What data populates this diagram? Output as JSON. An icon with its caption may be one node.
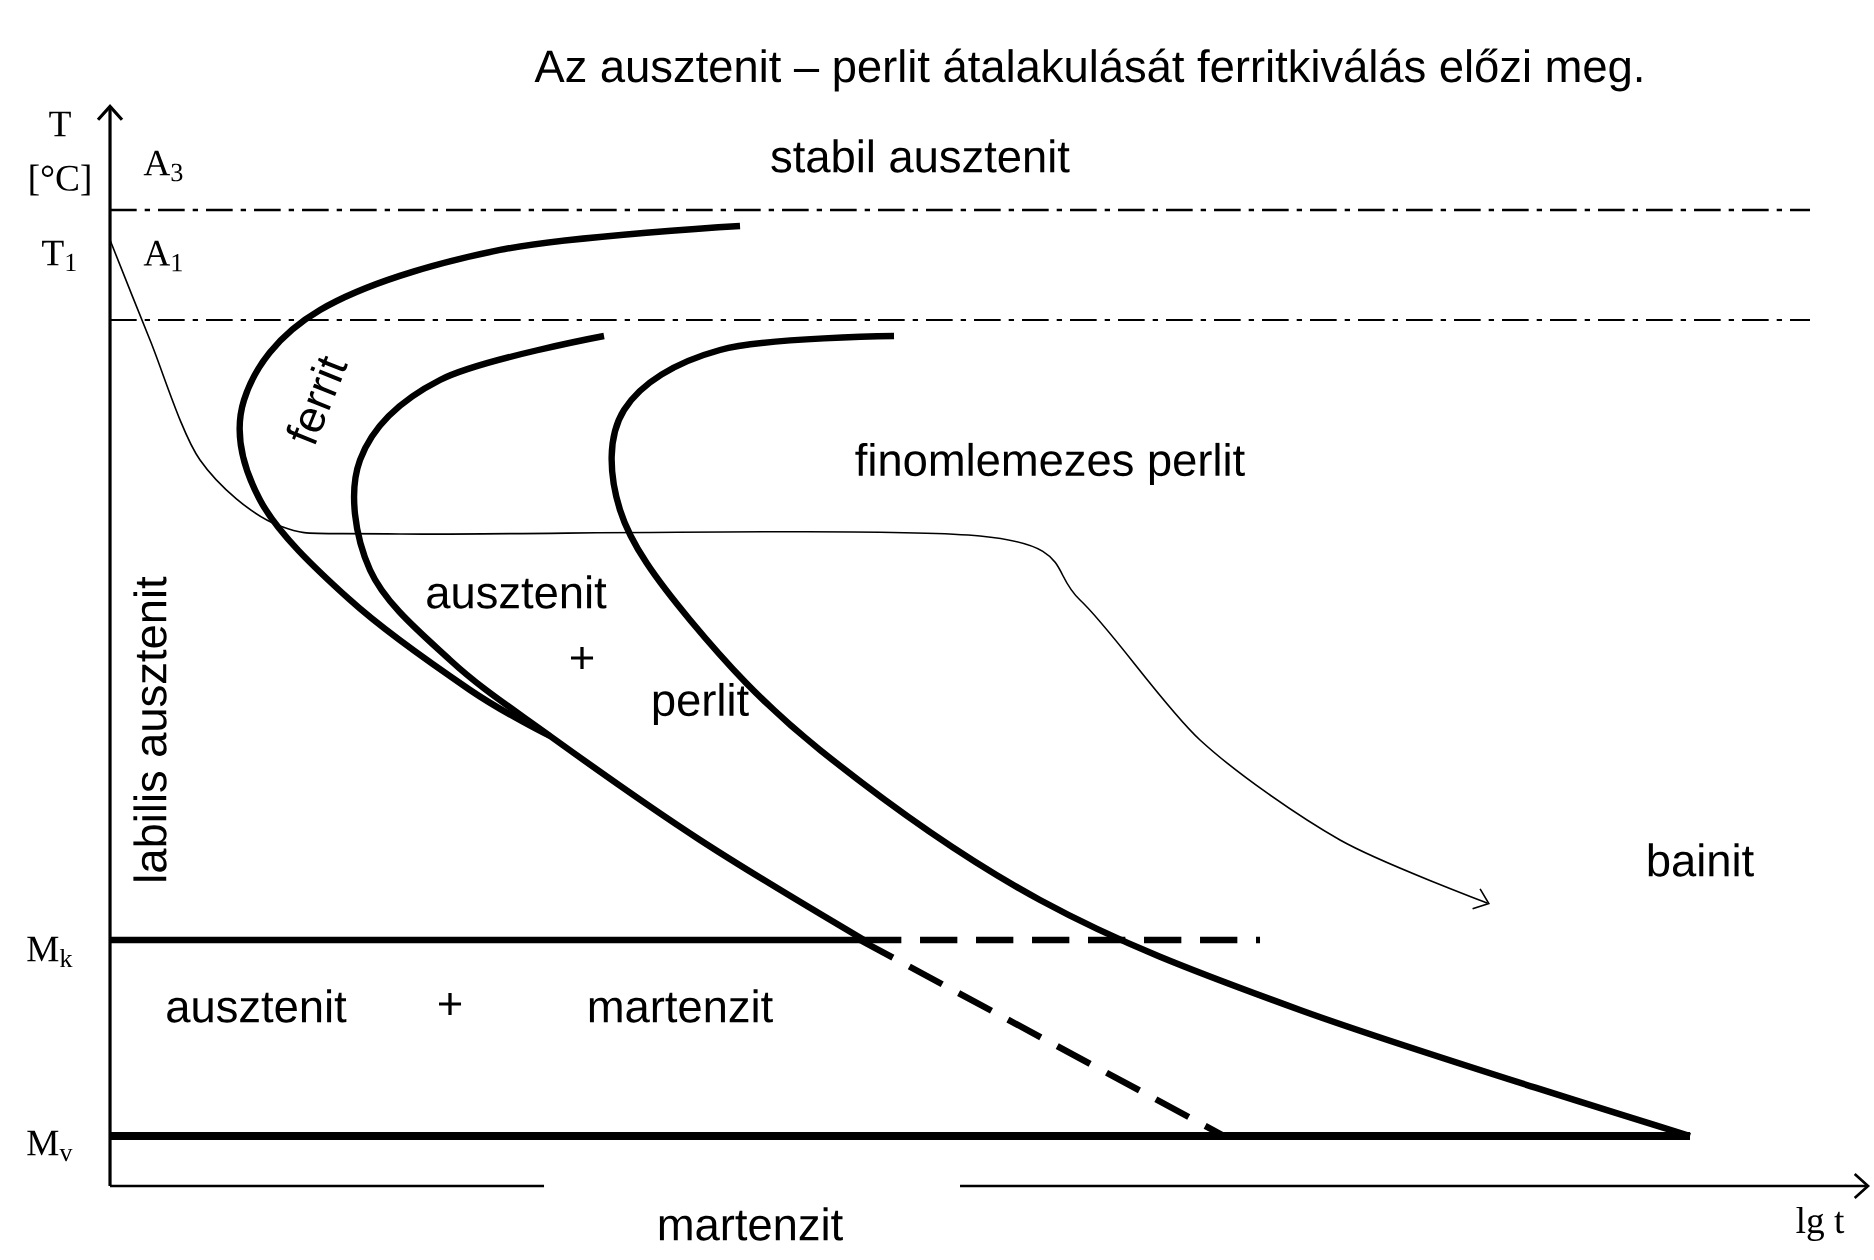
{
  "diagram": {
    "title": "Az ausztenit – perlit átalakulását ferritkiválás előzi meg.",
    "labels": [
      "T",
      "[°C]",
      "A$_{3}$",
      "stabil ausztenit",
      "T$_{1}$",
      "A$_{1}$",
      "ferrit",
      "finomlemezes perlit",
      "labilis ausztenit",
      "ausztenit",
      "+",
      "perlit",
      "bainit",
      "M$_{k}$",
      "ausztenit",
      "+",
      "martenzit",
      "M$_{v}$",
      "martenzit",
      "lg t"
    ]
  }
}
